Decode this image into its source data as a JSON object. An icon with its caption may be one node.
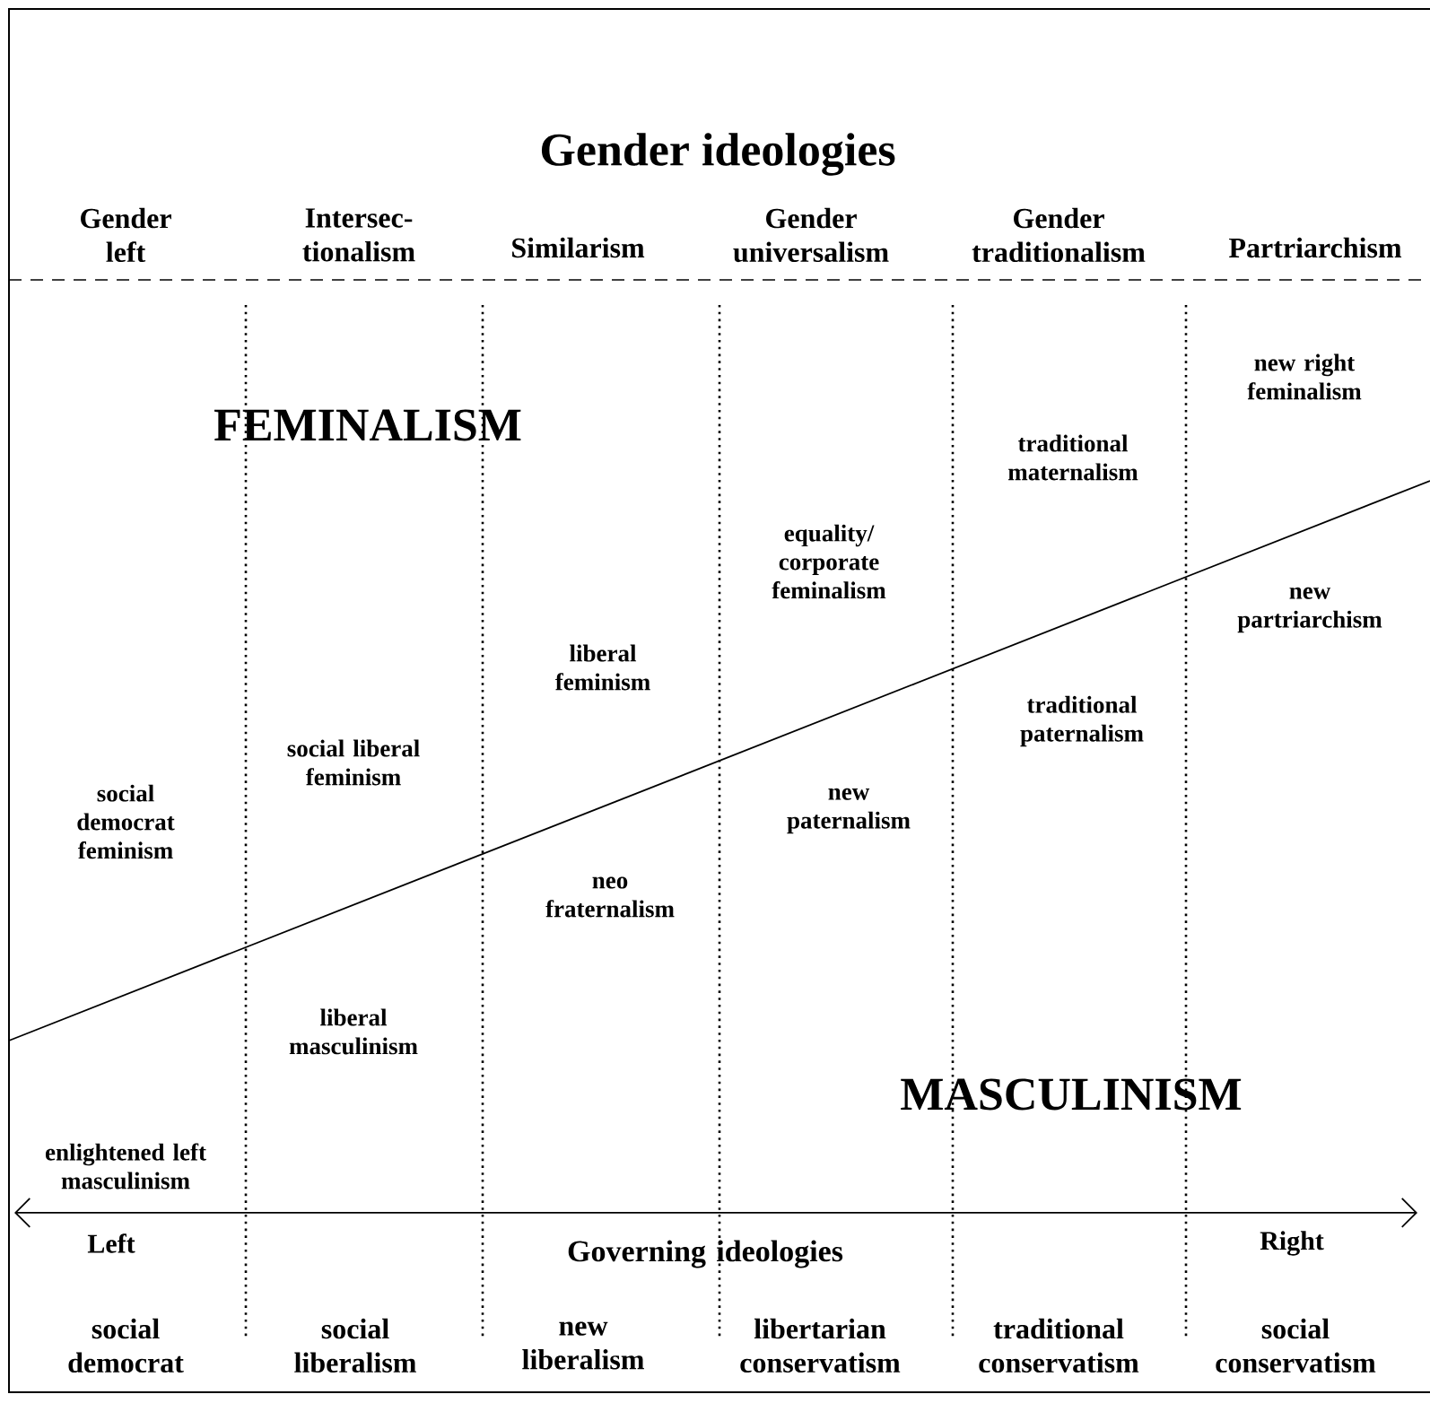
{
  "diagram": {
    "title": "Gender ideologies",
    "labels": [
      "Gender left",
      "Intersec- tionalism",
      "Similarism",
      "Gender universalism",
      "Gender traditionalism",
      "Partriarchism",
      "new right feminalism",
      "FEMINALISM",
      "traditional maternalism",
      "equality/ corporate feminalism",
      "new partriarchism",
      "liberal feminism",
      "traditional paternalism",
      "social liberal feminism",
      "new paternalism",
      "social democrat feminism",
      "neo fraternalism",
      "liberal masculinism",
      "enlightened left masculinism",
      "MASCULINISM",
      "Left",
      "Governing ideologies",
      "Right",
      "social democrat",
      "social liberalism",
      "new liberalism",
      "libertarian conservatism",
      "traditional conservatism",
      "social conservatism"
    ]
  }
}
